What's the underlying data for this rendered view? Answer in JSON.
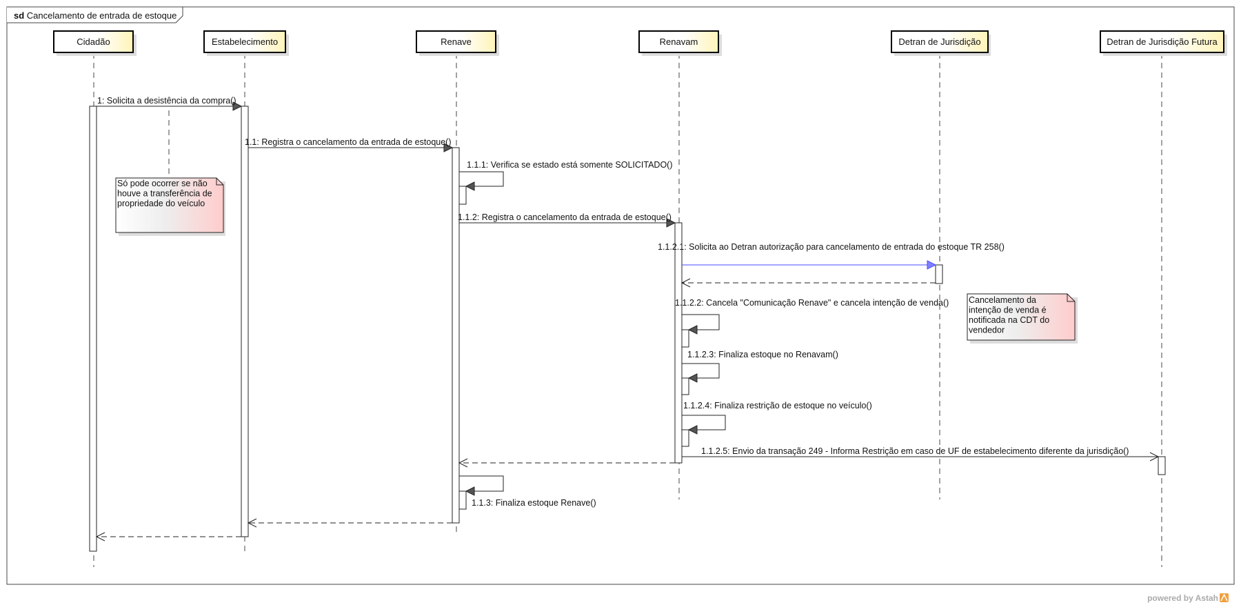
{
  "frame": {
    "keyword": "sd",
    "title": "Cancelamento de entrada de estoque"
  },
  "lifelines": [
    {
      "id": "cidadao",
      "label": "Cidadão"
    },
    {
      "id": "estabelecimento",
      "label": "Estabelecimento"
    },
    {
      "id": "renave",
      "label": "Renave"
    },
    {
      "id": "renavam",
      "label": "Renavam"
    },
    {
      "id": "detran-jurisdicao",
      "label": "Detran de Jurisdição"
    },
    {
      "id": "detran-futura",
      "label": "Detran de Jurisdição Futura"
    }
  ],
  "messages": [
    {
      "id": "m1",
      "label": "1: Solicita a desistência da compra()"
    },
    {
      "id": "m11",
      "label": "1.1: Registra o cancelamento da entrada de estoque()"
    },
    {
      "id": "m111",
      "label": "1.1.1: Verifica se estado está somente SOLICITADO()"
    },
    {
      "id": "m112",
      "label": "1.1.2: Registra o cancelamento da entrada de estoque()"
    },
    {
      "id": "m1121",
      "label": "1.1.2.1: Solicita ao Detran autorização para cancelamento de entrada do estoque TR 258()"
    },
    {
      "id": "m1122",
      "label": "1.1.2.2: Cancela \"Comunicação Renave\" e cancela intenção de venda()"
    },
    {
      "id": "m1123",
      "label": "1.1.2.3: Finaliza estoque no Renavam()"
    },
    {
      "id": "m1124",
      "label": "1.1.2.4: Finaliza restrição de estoque no veículo()"
    },
    {
      "id": "m1125",
      "label": "1.1.2.5: Envio da transação 249 - Informa Restrição em caso de UF de estabelecimento diferente da jurisdição()"
    },
    {
      "id": "m113",
      "label": "1.1.3: Finaliza estoque Renave()"
    }
  ],
  "notes": [
    {
      "id": "note-transfer",
      "lines": [
        "Só pode ocorrer se não",
        "houve a transferência de",
        "propriedade do veículo"
      ]
    },
    {
      "id": "note-cdt",
      "lines": [
        "Cancelamento da",
        "intenção de venda é",
        "notificada na CDT do",
        "vendedor"
      ]
    }
  ],
  "watermark": "powered by Astah",
  "colors": {
    "lifeline_fill": "#ffffcc",
    "lifeline_gradient": "#fff3b0",
    "note_fill_start": "#ffffff",
    "note_fill_end": "#ffc8c8",
    "async_arrow": "#4a4aff",
    "line": "#222222",
    "watermark": "#aaaaaa",
    "watermark_logo": "#f0a040"
  }
}
